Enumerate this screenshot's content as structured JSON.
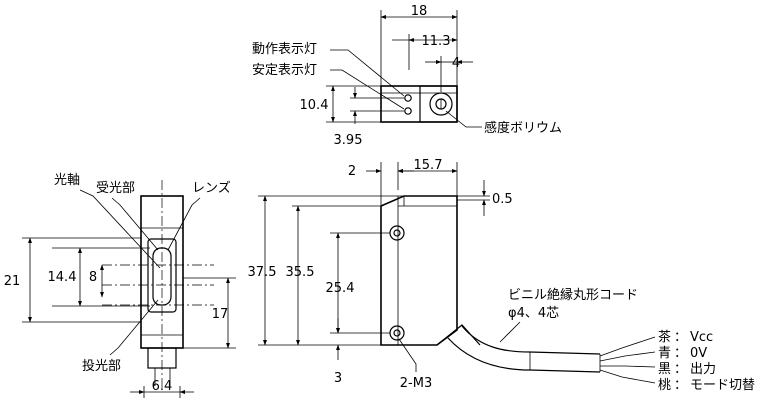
{
  "top_view": {
    "dim_width": "18",
    "dim_offset": "11.3",
    "dim_knob": "4",
    "dim_height": "10.4",
    "dim_left": "3.95",
    "label_operation_led": "動作表示灯",
    "label_stability_led": "安定表示灯",
    "label_sensitivity": "感度ボリウム"
  },
  "front_view": {
    "label_optical_axis": "光軸",
    "label_receiver": "受光部",
    "label_lens": "レンズ",
    "label_emitter": "投光部",
    "dim_21": "21",
    "dim_14_4": "14.4",
    "dim_8": "8",
    "dim_17": "17",
    "dim_6_4": "6.4"
  },
  "side_view": {
    "dim_2": "2",
    "dim_15_7": "15.7",
    "dim_0_5": "0.5",
    "dim_37_5": "37.5",
    "dim_35_5": "35.5",
    "dim_25_4": "25.4",
    "dim_3": "3",
    "label_mount": "2-M3",
    "label_cable": "ビニル絶縁丸形コード",
    "label_cable_spec": "φ4、4芯"
  },
  "wires": [
    {
      "color": "茶",
      "sep": "：",
      "function": "Vcc"
    },
    {
      "color": "青",
      "sep": "：",
      "function": "0V"
    },
    {
      "color": "黒",
      "sep": "：",
      "function": "出力"
    },
    {
      "color": "桃",
      "sep": "：",
      "function": "モード切替"
    }
  ]
}
